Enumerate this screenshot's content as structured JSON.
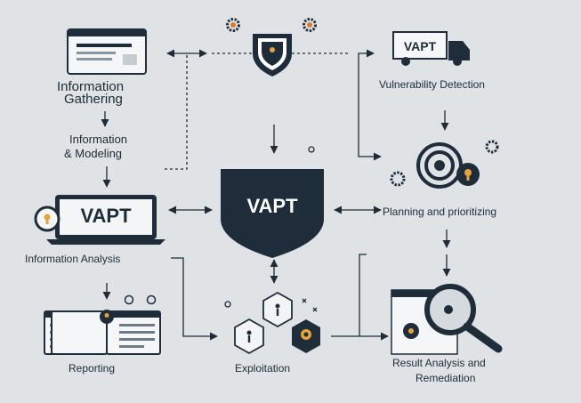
{
  "diagram": {
    "center_badge": "VAPT",
    "laptop_badge": "VAPT",
    "truck_badge": "VAPT",
    "labels": {
      "info_gathering_line1": "Information",
      "info_gathering_line2": "Gathering",
      "info_modeling_line1": "Information",
      "info_modeling_line2": "& Modeling",
      "info_analysis": "Information Analysis",
      "reporting": "Reporting",
      "exploitation": "Exploitation",
      "vuln_detection": "Vulnerability Detection",
      "planning": "Planning  and prioritizing",
      "result_line1": "Result Analysis and",
      "result_line2": "Remediation"
    }
  },
  "colors": {
    "background": "#dfe3e6",
    "navy": "#1f2d3a",
    "line": "#1f2b35"
  }
}
